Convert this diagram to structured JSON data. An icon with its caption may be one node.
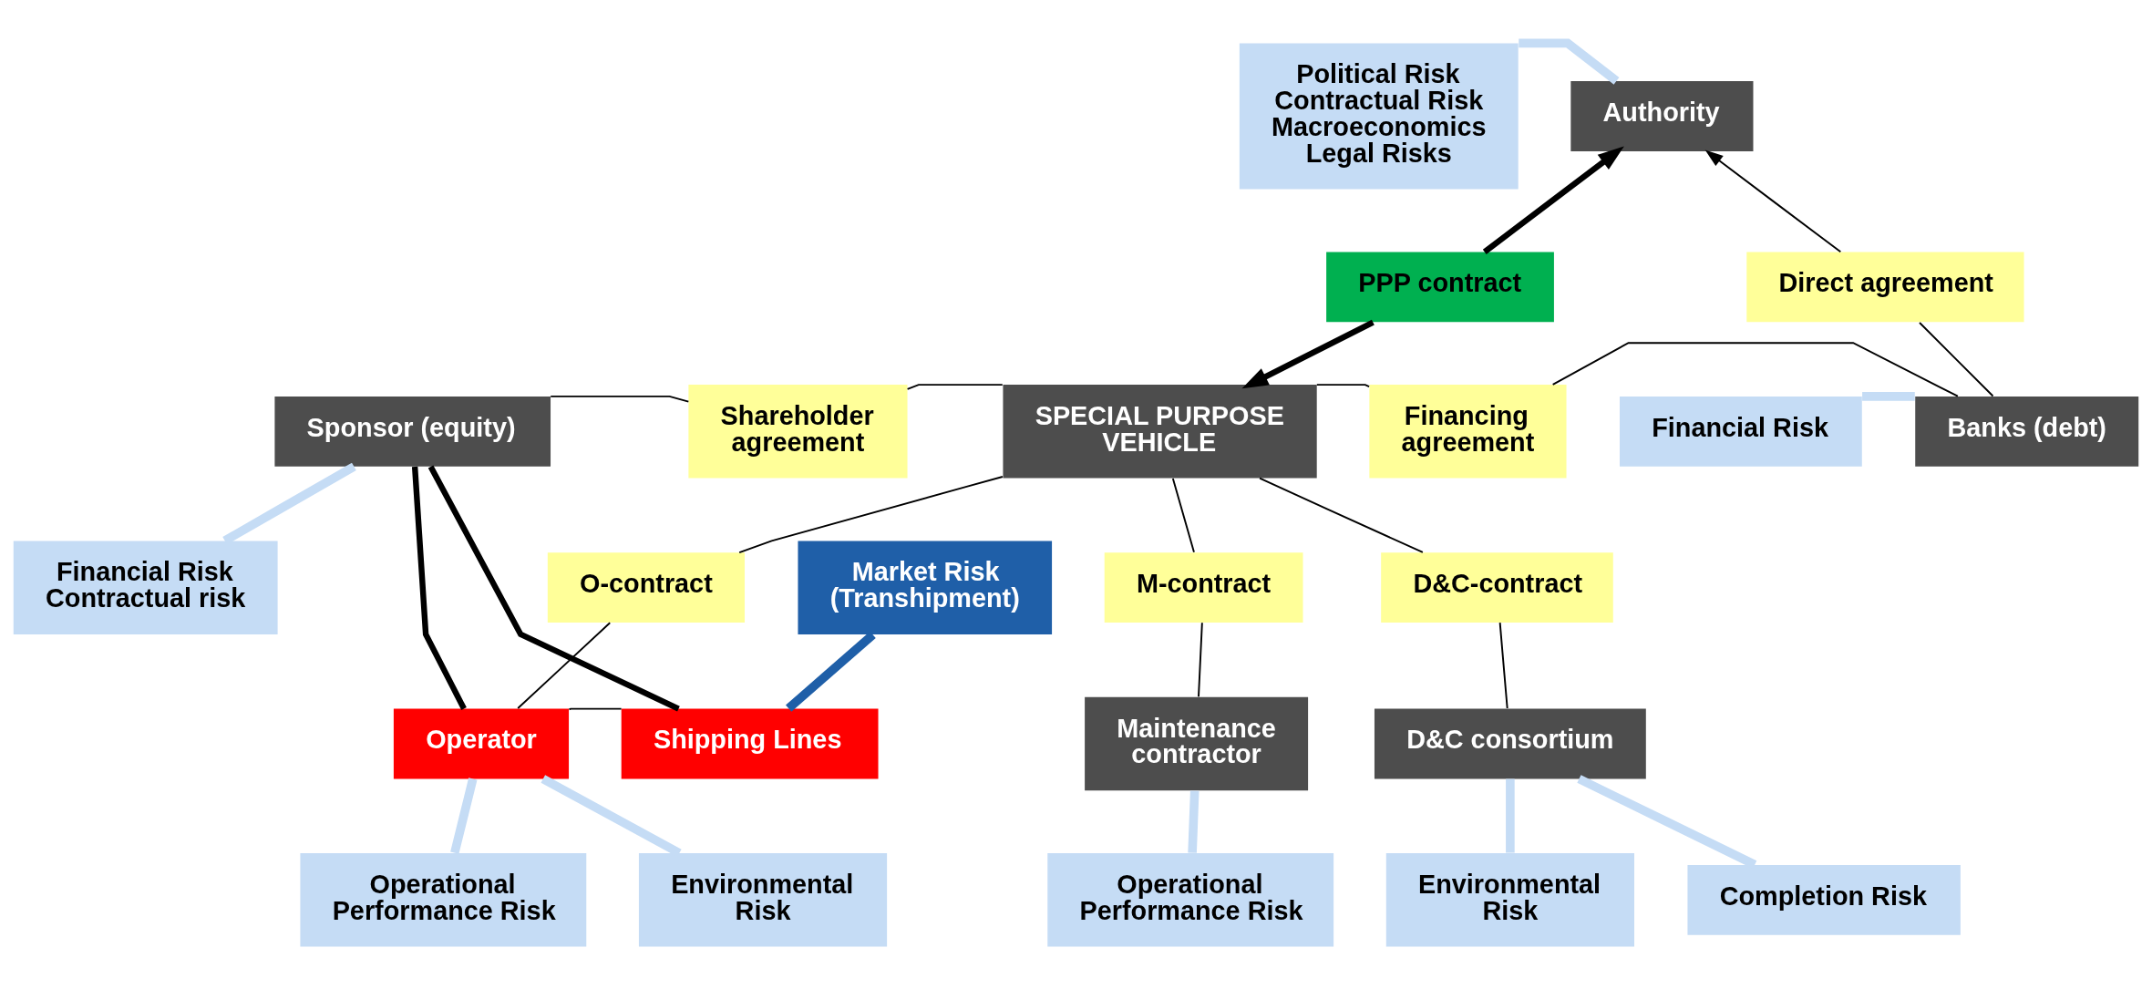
{
  "diagram": {
    "nodes": [
      {
        "text": [
          "Authority"
        ]
      },
      {
        "text": [
          "Political Risk",
          "Contractual Risk",
          "Macroeconomics",
          "Legal Risks"
        ]
      },
      {
        "text": [
          "PPP contract"
        ]
      },
      {
        "text": [
          "Direct agreement"
        ]
      },
      {
        "text": [
          "Sponsor (equity)"
        ]
      },
      {
        "text": [
          "Shareholder agreement"
        ]
      },
      {
        "text": [
          "SPECIAL PURPOSE VEHICLE"
        ]
      },
      {
        "text": [
          "Financing agreement"
        ]
      },
      {
        "text": [
          "Banks (debt)"
        ]
      },
      {
        "text": [
          "Financial Risk",
          "Contractual risk"
        ]
      },
      {
        "text": [
          "Financial Risk"
        ]
      },
      {
        "text": [
          "Market Risk (Transhipment)"
        ]
      },
      {
        "text": [
          "D&C-contract"
        ]
      },
      {
        "text": [
          "M-contract"
        ]
      },
      {
        "text": [
          "O-contract"
        ]
      },
      {
        "text": [
          "D&C consortium"
        ]
      },
      {
        "text": [
          "Maintenance contractor"
        ]
      },
      {
        "text": [
          "Operator"
        ]
      },
      {
        "text": [
          "Shipping Lines"
        ]
      },
      {
        "text": [
          "Completion Risk"
        ]
      },
      {
        "text": [
          "Environmental Risk"
        ]
      },
      {
        "text": [
          "Operational Performance Risk"
        ]
      },
      {
        "text": [
          "Operational Performance Risk"
        ]
      },
      {
        "text": [
          "Environmental Risk"
        ]
      }
    ],
    "edges": [
      {
        "from": 2,
        "to": 0,
        "arrow": "to",
        "style": "thick"
      },
      {
        "from": 2,
        "to": 6,
        "arrow": "to",
        "style": "thick"
      },
      {
        "from": 8,
        "to": 3,
        "arrow": "none"
      },
      {
        "from": 3,
        "to": 0,
        "arrow": "to"
      },
      {
        "from": 4,
        "to": 5,
        "arrow": "none"
      },
      {
        "from": 5,
        "to": 6,
        "arrow": "none"
      },
      {
        "from": 6,
        "to": 7,
        "arrow": "none"
      },
      {
        "from": 7,
        "to": 8,
        "arrow": "none"
      },
      {
        "from": 6,
        "to": 12,
        "arrow": "none"
      },
      {
        "from": 6,
        "to": 13,
        "arrow": "none"
      },
      {
        "from": 6,
        "to": 14,
        "arrow": "none"
      },
      {
        "from": 12,
        "to": 15,
        "arrow": "none"
      },
      {
        "from": 13,
        "to": 16,
        "arrow": "none"
      },
      {
        "from": 14,
        "to": 17,
        "arrow": "none"
      },
      {
        "from": 17,
        "to": 18,
        "arrow": "none"
      },
      {
        "from": 4,
        "to": 17,
        "arrow": "none",
        "style": "thick"
      },
      {
        "from": 4,
        "to": 18,
        "arrow": "none",
        "style": "thick"
      },
      {
        "from": 1,
        "to": 0,
        "arrow": "none",
        "style": "thick",
        "color": "#c5dcf5"
      },
      {
        "from": 9,
        "to": 4,
        "arrow": "none",
        "style": "thick",
        "color": "#c5dcf5"
      },
      {
        "from": 10,
        "to": 8,
        "arrow": "none",
        "style": "thick",
        "color": "#c5dcf5"
      },
      {
        "from": 11,
        "to": 18,
        "arrow": "none",
        "style": "thick",
        "color": "#1f5fa8"
      },
      {
        "from": 19,
        "to": 15,
        "arrow": "none",
        "style": "thick",
        "color": "#c5dcf5"
      },
      {
        "from": 20,
        "to": 15,
        "arrow": "none",
        "style": "thick",
        "color": "#c5dcf5"
      },
      {
        "from": 21,
        "to": 16,
        "arrow": "none",
        "style": "thick",
        "color": "#c5dcf5"
      },
      {
        "from": 22,
        "to": 17,
        "arrow": "none",
        "style": "thick",
        "color": "#c5dcf5"
      },
      {
        "from": 23,
        "to": 17,
        "arrow": "none",
        "style": "thick",
        "color": "#c5dcf5"
      }
    ]
  }
}
